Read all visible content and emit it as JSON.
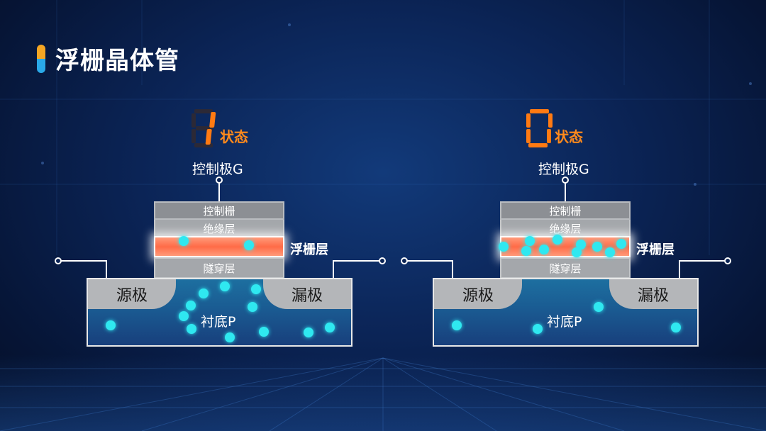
{
  "slide": {
    "title": "浮栅晶体管",
    "bg_color": "#0b2456",
    "accent_colors": {
      "orange": "#f5a623",
      "blue": "#2aa9e8",
      "electron": "#2fe8f0",
      "state_text": "#ff8a1c",
      "floating_gate": "#ff6b47"
    }
  },
  "left": {
    "state_digit": "1",
    "state_label": "状态",
    "gate_label": "控制极G",
    "layers": {
      "control_gate": "控制栅",
      "insulator": "绝缘层",
      "tunnel": "隧穿层"
    },
    "floating_gate_label": "浮栅层",
    "source_label": "源极",
    "drain_label": "漏极",
    "substrate_label": "衬底P",
    "electrons_in_floating_gate": 2,
    "electrons_in_substrate": 12
  },
  "right": {
    "state_digit": "0",
    "state_label": "状态",
    "gate_label": "控制极G",
    "layers": {
      "control_gate": "控制栅",
      "insulator": "绝缘层",
      "tunnel": "隧穿层"
    },
    "floating_gate_label": "浮栅层",
    "source_label": "源极",
    "drain_label": "漏极",
    "substrate_label": "衬底P",
    "electrons_in_floating_gate": 10,
    "electrons_in_substrate": 4
  }
}
